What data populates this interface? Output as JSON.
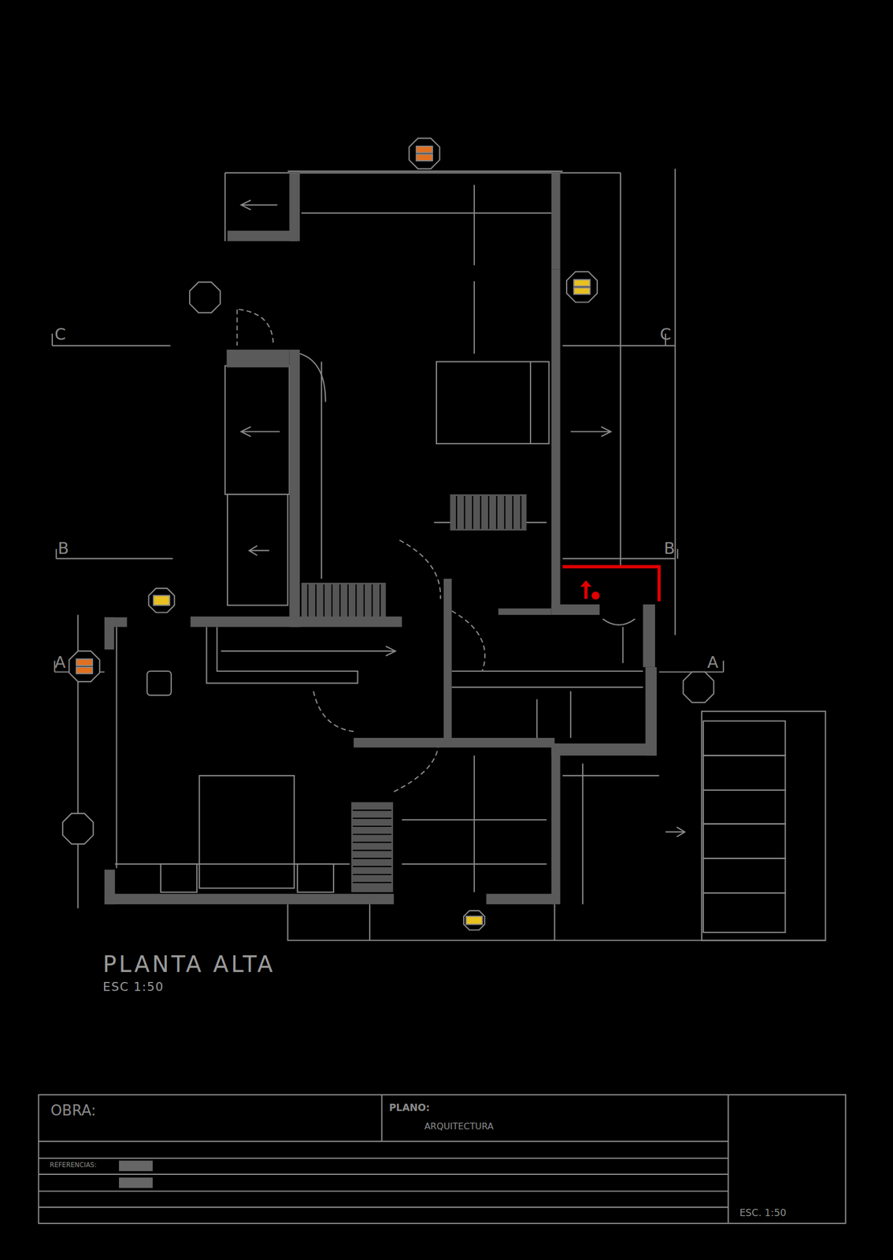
{
  "diagram": {
    "title": "PLANTA ALTA",
    "labels": [
      "ESC 1:50",
      "C",
      "C",
      "B",
      "B",
      "A",
      "A",
      "OBRA:",
      "PLANO:",
      "ARQUITECTURA",
      "REFERENCIAS:",
      "ESC. 1:50"
    ]
  }
}
